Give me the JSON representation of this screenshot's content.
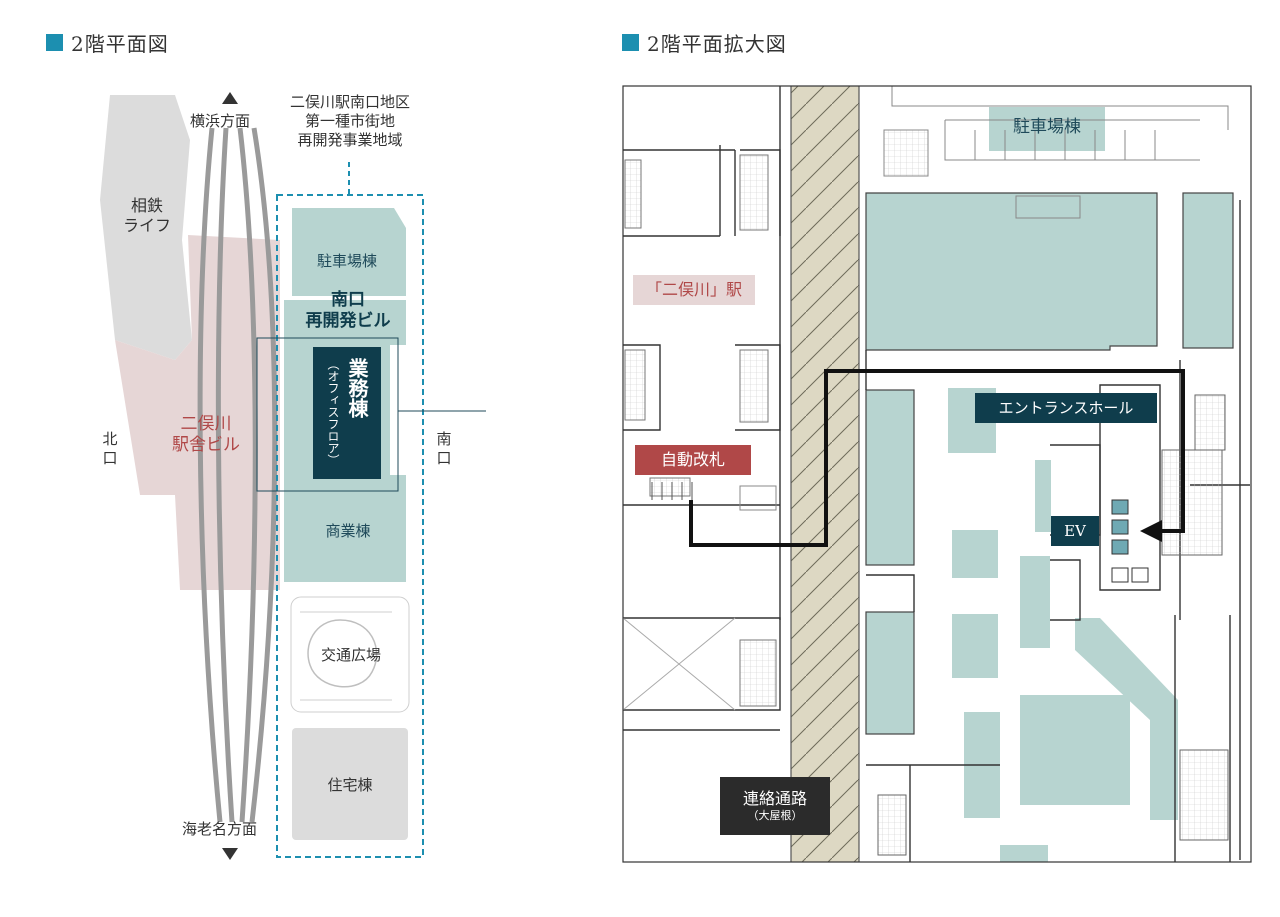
{
  "left_heading": "2階平面図",
  "right_heading": "2階平面拡大図",
  "left_map": {
    "yokohama": "横浜方面",
    "ebina": "海老名方面",
    "district": "二俣川駅南口地区\n第一種市街地\n再開発事業地域",
    "sotetsu_life": "相鉄\nライフ",
    "station_building": "二俣川\n駅舎ビル",
    "north_exit": "北\n口",
    "south_exit": "南\n口",
    "parking": "駐車場棟",
    "south_redev": "南口\n再開発ビル",
    "office_main": "業務棟",
    "office_sub": "（オフィスフロア）",
    "commercial": "商業棟",
    "plaza": "交通広場",
    "residential": "住宅棟"
  },
  "right_map": {
    "parking": "駐車場棟",
    "station": "「二俣川」駅",
    "entrance_hall": "エントランスホール",
    "ticket_gate": "自動改札",
    "ev": "EV",
    "passage": "連絡通路",
    "roof": "（大屋根）"
  },
  "colors": {
    "accent": "#1c8fb0",
    "teal_dark": "#0f3d4c",
    "brick": "#b04848",
    "pale_teal": "#b7d4d0",
    "grey_block": "#dcdcdc",
    "pink_block": "#e6d6d6",
    "deck": "#ddd8c3"
  }
}
